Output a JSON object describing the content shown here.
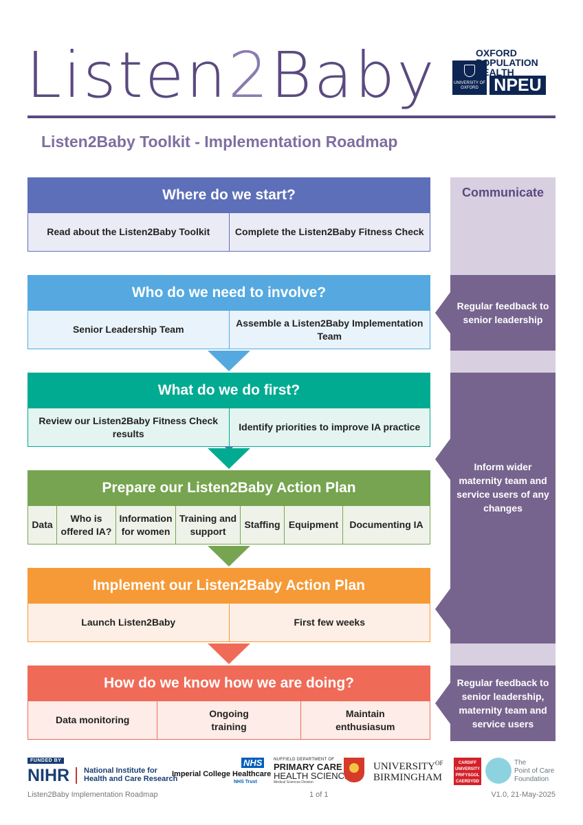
{
  "header": {
    "logo_part1": "Listen",
    "logo_part2": "2",
    "logo_part3": "Baby",
    "partner_small": "UNIVERSITY OF OXFORD",
    "partner_line1": "OXFORD",
    "partner_line2": "POPULATION",
    "partner_line3": "HEALTH",
    "partner_npeu": "NPEU",
    "title": "Listen2Baby Toolkit - Implementation Roadmap"
  },
  "stages": [
    {
      "title": "Where do we start?",
      "items": [
        "Read about the Listen2Baby Toolkit",
        "Complete the Listen2Baby Fitness Check"
      ]
    },
    {
      "title": "Who do we need to involve?",
      "items": [
        "Senior Leadership Team",
        "Assemble a Listen2Baby Implementation Team"
      ]
    },
    {
      "title": "What do we do first?",
      "items": [
        "Review our Listen2Baby Fitness Check results",
        "Identify priorities to improve IA practice"
      ]
    },
    {
      "title": "Prepare our Listen2Baby Action Plan",
      "items": [
        "Data",
        "Who is offered IA?",
        "Information for women",
        "Training and support",
        "Staffing",
        "Equipment",
        "Documenting IA"
      ]
    },
    {
      "title": "Implement our Listen2Baby Action Plan",
      "items": [
        "Launch Listen2Baby",
        "First few weeks"
      ]
    },
    {
      "title": "How do we know how we are doing?",
      "items": [
        "Data monitoring",
        "Ongoing training",
        "Maintain enthusiasum"
      ]
    }
  ],
  "communicate": {
    "title": "Communicate",
    "notes": [
      "Regular feedback to senior leadership",
      "Inform wider maternity team and service users of any changes",
      "Regular feedback to senior leadership, maternity team and service users"
    ]
  },
  "footer_logos": {
    "nihr_funded": "FUNDED BY",
    "nihr": "NIHR",
    "nihr_name1": "National Institute for",
    "nihr_name2": "Health and Care Research",
    "imperial": "Imperial College Healthcare",
    "nhs": "NHS",
    "nhs_trust": "NHS Trust",
    "phc_small": "NUFFIELD DEPARTMENT OF",
    "phc_line1": "PRIMARY CARE",
    "phc_line2": "HEALTH SCIENCES",
    "phc_div": "Medical Sciences Division",
    "bham1": "UNIVERSITY",
    "bham_of": "OF",
    "bham2": "BIRMINGHAM",
    "cardiff": "CARDIFF UNIVERSITY PRIFYSGOL CAERDYDD",
    "poc1": "The",
    "poc2": "Point of Care",
    "poc3": "Foundation"
  },
  "footer": {
    "left": "Listen2Baby Implementation Roadmap",
    "center": "1 of 1",
    "right": "V1.0, 21-May-2025"
  },
  "colors": {
    "brand_purple": "#5a4a80",
    "stage1": "#5d6fb8",
    "stage2": "#55a9e0",
    "stage3": "#00ab92",
    "stage4": "#76a450",
    "stage5": "#f69a37",
    "stage6": "#ef6b58",
    "communicate_note": "#76648e"
  }
}
